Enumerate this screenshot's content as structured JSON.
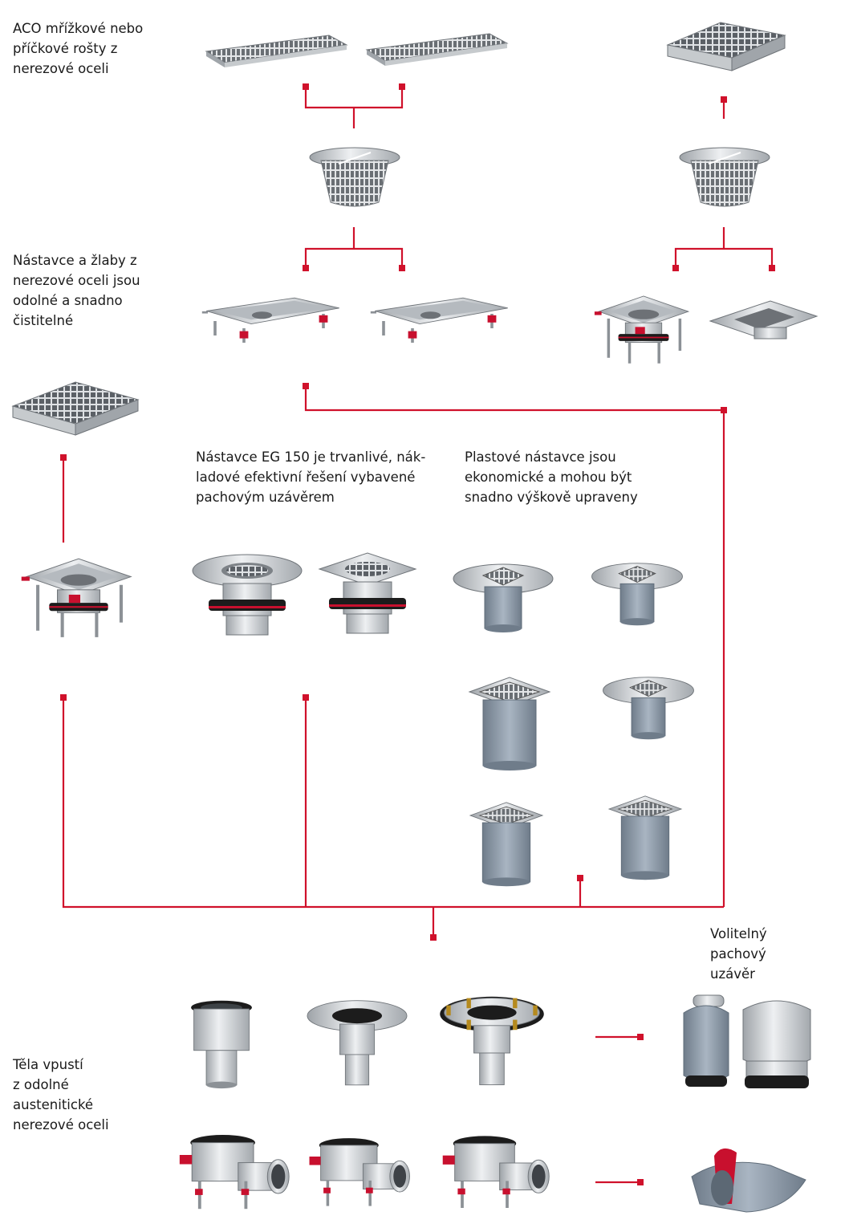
{
  "labels": {
    "gratings": "ACO mřížkové nebo\npříčkové rošty z\nnerezové oceli",
    "channels": "Nástavce a žlaby z\nnerezové oceli jsou\nodolné a snadno\nčistitelné",
    "eg150": "Nástavce EG 150 je trvanlivé, nák-\nladové efektivní řešení vybavené\npachovým uzávěrem",
    "plastic": "Plastové nástavce jsou\nekonomické a mohou být\nsnadno výškově upraveny",
    "trap": "Volitelný\npachový\nuzávěr",
    "bodies": "Těla vpustí\nz odolné\naustenitické\nnerezové oceli"
  },
  "colors": {
    "connector": "#d0112b",
    "steel": "#c9ccd0",
    "plastic": "#8d9aa8",
    "text": "#1a1a1a"
  },
  "components": [
    {
      "name": "slot-grating-icon"
    },
    {
      "name": "bar-grating-icon"
    },
    {
      "name": "square-grating-icon"
    },
    {
      "name": "dirt-basket-icon"
    },
    {
      "name": "channel-body-icon"
    },
    {
      "name": "floor-gully-top-icon"
    },
    {
      "name": "plastic-top-section-icon"
    },
    {
      "name": "drain-body-vertical-icon"
    },
    {
      "name": "drain-body-horizontal-icon"
    },
    {
      "name": "odour-trap-icon"
    },
    {
      "name": "flap-trap-icon"
    }
  ]
}
